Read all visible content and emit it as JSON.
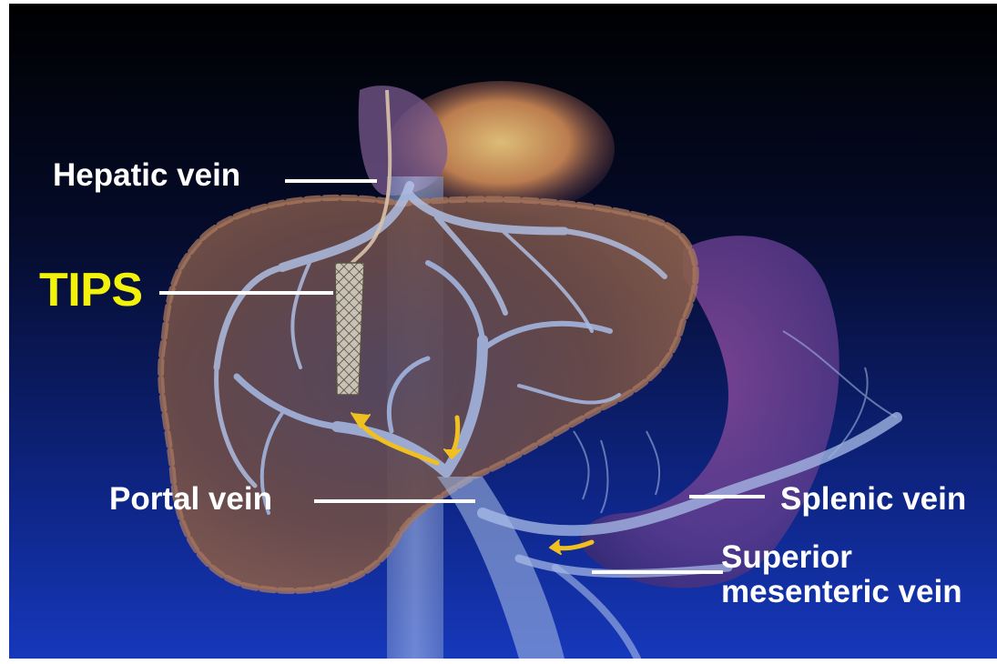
{
  "colors": {
    "background_top": "#000000",
    "background_bottom": "#1436b8",
    "label_text": "#ffffff",
    "tips_label": "#f2f20a",
    "liver": "#7a5548",
    "vessel": "#9fb4e0",
    "stomach": "#6a3e8c",
    "flow_arrow": "#f0c020"
  },
  "labels": {
    "hepatic_vein": "Hepatic vein",
    "tips": "TIPS",
    "portal_vein": "Portal vein",
    "splenic_vein": "Splenic vein",
    "superior_mesenteric_line1": "Superior",
    "superior_mesenteric_line2": "mesenteric vein"
  },
  "icons": [
    "stent-icon",
    "flow-arrow-icon"
  ]
}
